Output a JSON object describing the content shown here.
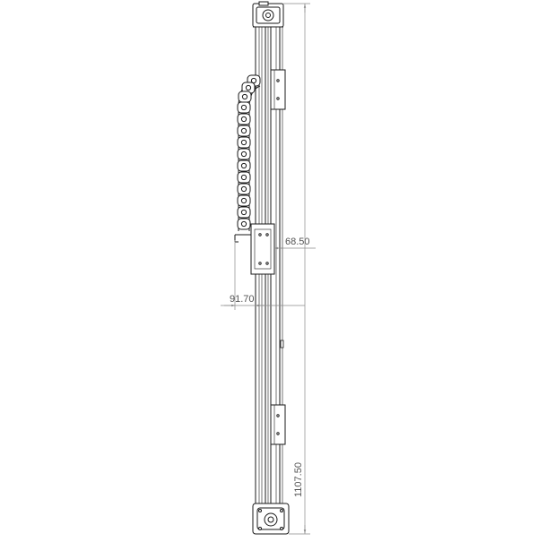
{
  "drawing": {
    "dimensions": {
      "carriage_offset": "68.50",
      "rail_offset": "91.70",
      "overall_length": "1107.50"
    },
    "colors": {
      "line": "#1a1a1a",
      "dimension": "#8a8a8a",
      "dimension_text": "#555555",
      "fill": "#ffffff"
    }
  }
}
